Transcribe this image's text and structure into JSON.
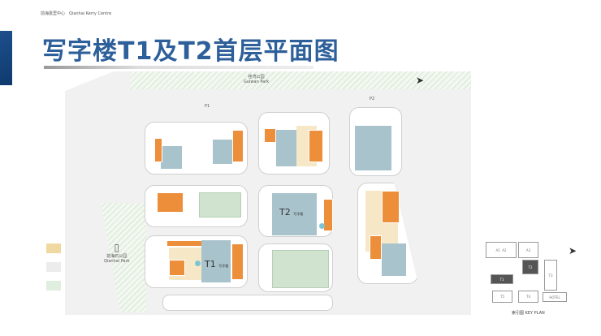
{
  "header": {
    "brand": "前海嘉里中心　Qianhai Kerry Centre"
  },
  "title": "写字楼T1及T2首层平面图",
  "map": {
    "guiwan_park": "桂湾公园",
    "guiwan_park_en": "Guiwan Park",
    "qianhai_park": "前海石公园",
    "qianhai_park_en": "Qianhai Park",
    "parking_1": "P1",
    "parking_2": "P2",
    "tower1": "T1",
    "tower2": "T2",
    "office": "写字楼",
    "north": "N"
  },
  "legend": {
    "colors": [
      "#f0d9a0",
      "#ececec",
      "#dfeedf"
    ]
  },
  "key_plan": {
    "label": "索引图  KEY PLAN",
    "plots": [
      "A1",
      "A2",
      "A3",
      "T1",
      "T2",
      "T3",
      "T4",
      "T5",
      "HOTEL"
    ]
  }
}
